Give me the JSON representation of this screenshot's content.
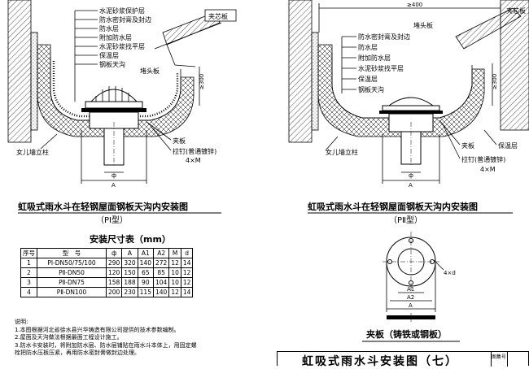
{
  "left_drawing": {
    "labels": [
      "水泥砂浆保护层",
      "防水密封膏及封边",
      "防水层",
      "附加防水层",
      "水泥砂浆找平层",
      "保温层",
      "钢板天沟"
    ],
    "top_right_label": "夹芯板",
    "end_plate_label": "堵头板",
    "dim_300": "≥300",
    "clamp_label": "夹板",
    "rivet_label": "拉钉(普通镀锌)",
    "rivet_count": "4×M",
    "wall_label": "女儿墙立柱",
    "phi": "ф",
    "dim_A": "A",
    "caption": "虹吸式雨水斗在轻钢屋面钢板天沟内安装图",
    "type": "（PⅠ型）"
  },
  "right_drawing": {
    "top_dim": "≥400",
    "top_right_label": "夹芯板",
    "end_plate_label": "堵头板",
    "labels": [
      "防水密封膏及封边",
      "防水层",
      "附加防水层",
      "水泥砂浆找平层",
      "保温层",
      "钢板天沟"
    ],
    "dim_300": "≥300",
    "clamp_label": "夹板",
    "rivet_label": "拉钉(普通镀锌)",
    "rivet_count": "4×M",
    "wall_label": "女儿墙立柱",
    "insul_label": "保温层",
    "phi": "ф",
    "dim_A": "A",
    "caption": "虹吸式雨水斗在轻钢屋面钢板天沟内安装图",
    "type": "（PⅡ型）"
  },
  "table": {
    "title": "安装尺寸表（mm）",
    "headers": [
      "序号",
      "型　号",
      "ф",
      "A",
      "A1",
      "A2",
      "M",
      "d"
    ],
    "rows": [
      [
        "1",
        "PⅠ-DN50/75/100",
        "290",
        "320",
        "140",
        "272",
        "12",
        "14"
      ],
      [
        "2",
        "PⅡ-DN50",
        "120",
        "150",
        "65",
        "85",
        "10",
        "12"
      ],
      [
        "3",
        "PⅡ-DN75",
        "158",
        "188",
        "90",
        "104",
        "10",
        "12"
      ],
      [
        "4",
        "PⅡ-DN100",
        "200",
        "230",
        "115",
        "140",
        "12",
        "14"
      ]
    ]
  },
  "notes": {
    "heading": "说明:",
    "items": [
      "1.本图根据河北省徐水县兴华铸造有限公司提供的技术参数编制。",
      "2.屋面及天沟做法根据最面工程设计施工。",
      "3.防水卡安装时，将附加防水层、防水层铺贴在雨水斗本体上，用固定螺",
      "  栓把防水压板压紧，再用防水密封膏做封边处理。"
    ]
  },
  "plate_view": {
    "d_label": "4×d",
    "a1": "A1",
    "a2": "A2",
    "a": "A",
    "caption": "夹板（铸铁或钢板）"
  },
  "title_block": {
    "title": "虹吸式雨水斗安装图（七）",
    "ref": "图集号"
  }
}
